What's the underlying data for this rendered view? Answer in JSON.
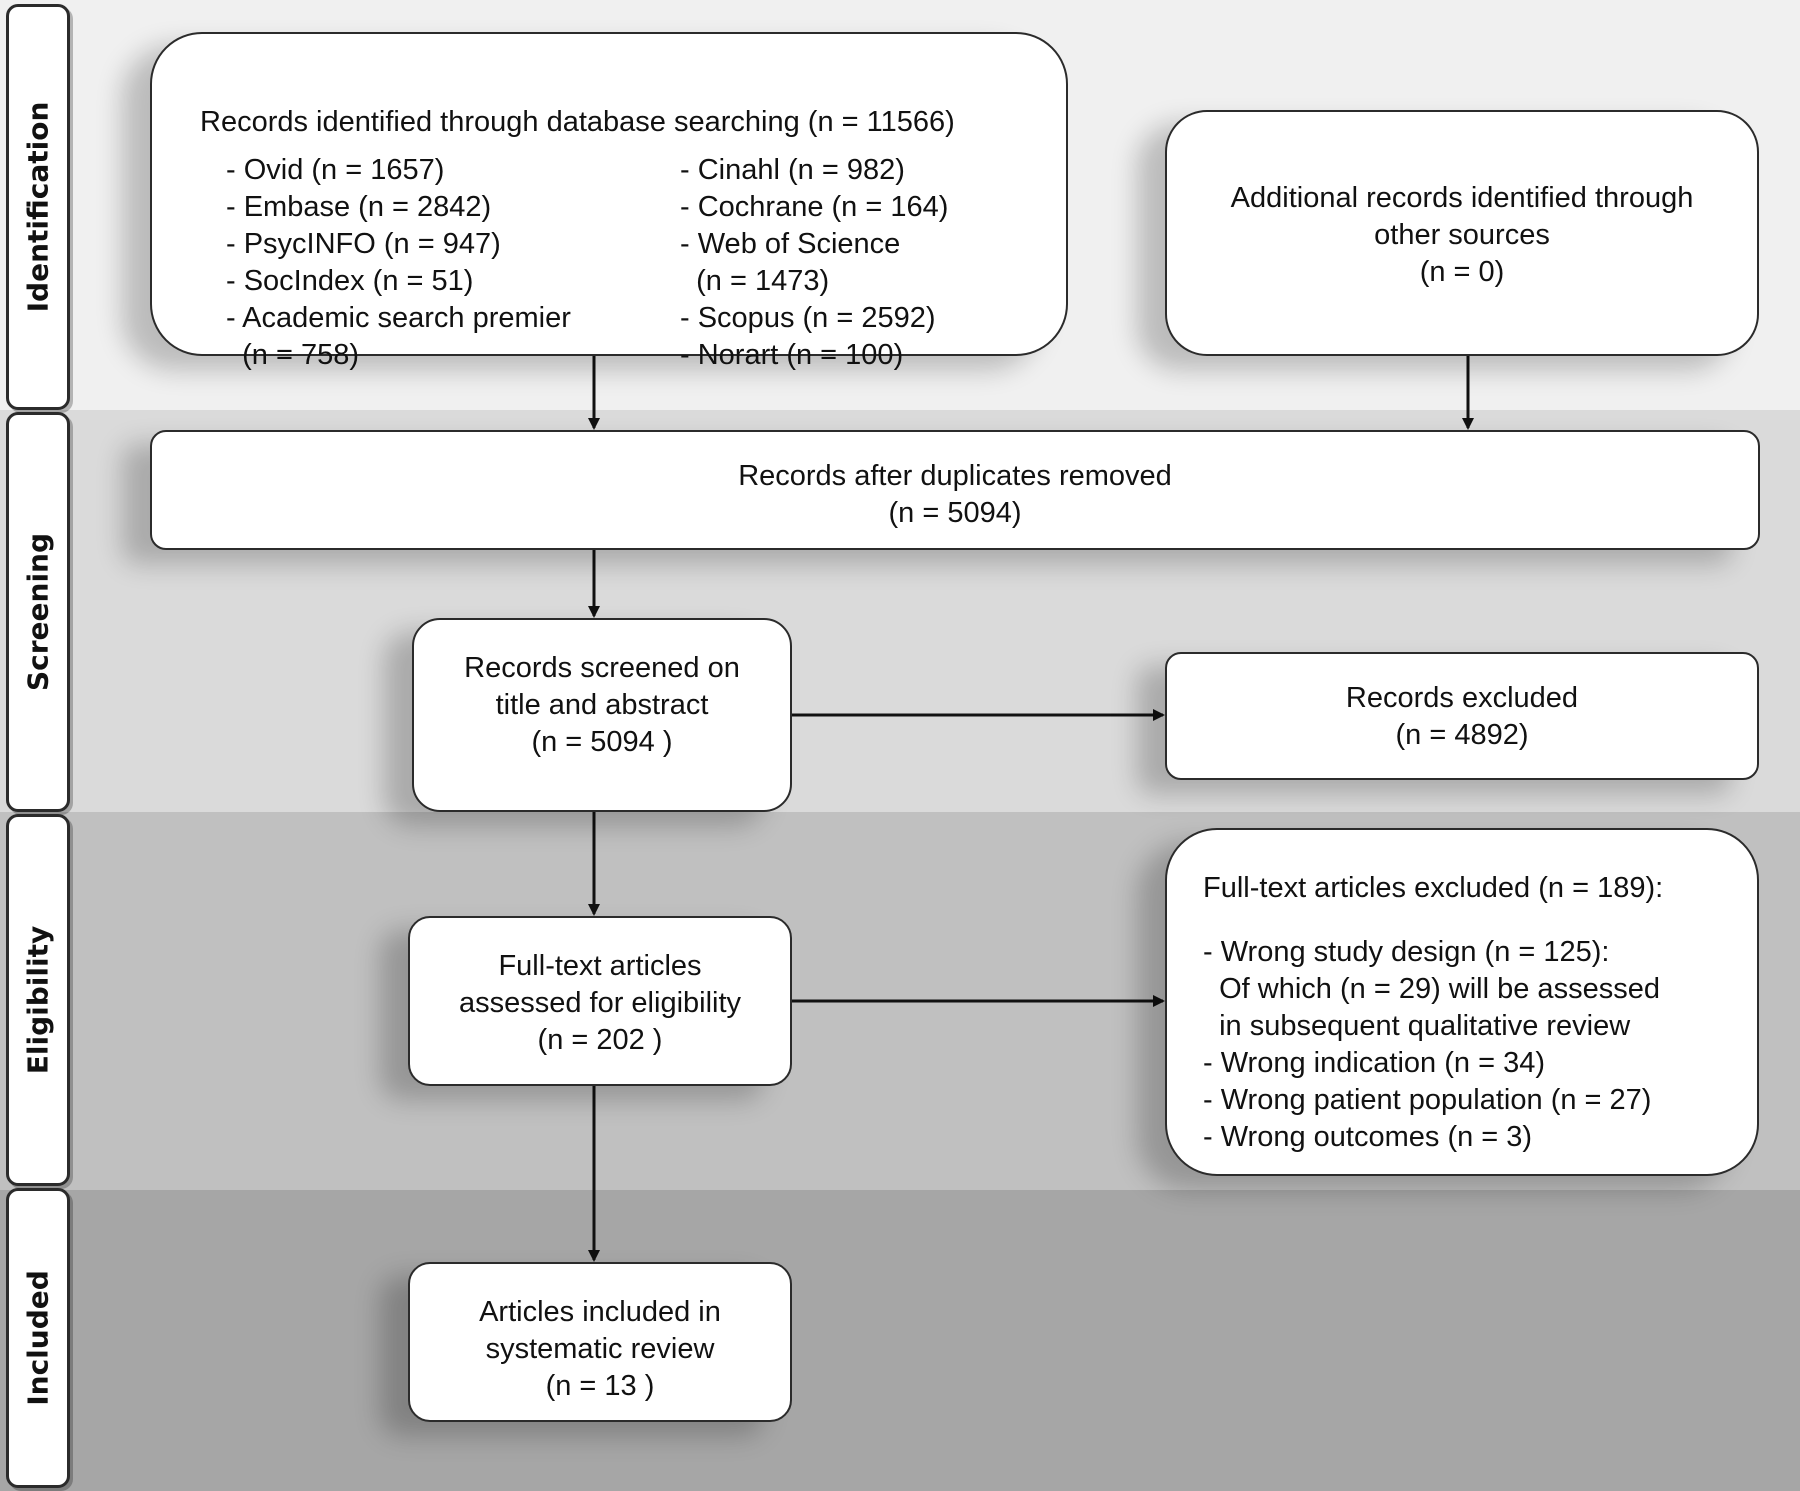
{
  "stages": {
    "identification": "Identification",
    "screening": "Screening",
    "eligibility": "Eligibility",
    "included": "Included"
  },
  "database_search": {
    "title": "Records identified through database searching (n = 11566)",
    "left_column": [
      "- Ovid (n = 1657)",
      "- Embase (n = 2842)",
      "- PsycINFO (n = 947)",
      "- SocIndex (n = 51)",
      "- Academic search premier",
      "  (n = 758)"
    ],
    "right_column": [
      "- Cinahl (n = 982)",
      "- Cochrane (n = 164)",
      "- Web of Science",
      "  (n = 1473)",
      "- Scopus (n = 2592)",
      "- Norart (n = 100)"
    ]
  },
  "other_sources": {
    "lines": [
      "Additional records identified through",
      "other sources",
      "(n = 0)"
    ]
  },
  "duplicates_removed": {
    "lines": [
      "Records after duplicates removed",
      "(n = 5094)"
    ]
  },
  "screened": {
    "lines": [
      "Records screened on",
      "title and abstract",
      "(n = 5094 )"
    ]
  },
  "records_excluded": {
    "lines": [
      "Records excluded",
      "(n = 4892)"
    ]
  },
  "fulltext_assessed": {
    "lines": [
      "Full-text articles",
      "assessed for eligibility",
      "(n = 202 )"
    ]
  },
  "fulltext_excluded": {
    "title": "Full-text articles excluded (n = 189):",
    "items": [
      "- Wrong study design (n = 125):",
      "  Of which (n = 29) will be assessed",
      "  in subsequent qualitative review",
      "- Wrong indication (n = 34)",
      "- Wrong patient population (n = 27)",
      "- Wrong outcomes (n = 3)"
    ]
  },
  "included": {
    "lines": [
      "Articles included in",
      "systematic review",
      "(n = 13 )"
    ]
  }
}
